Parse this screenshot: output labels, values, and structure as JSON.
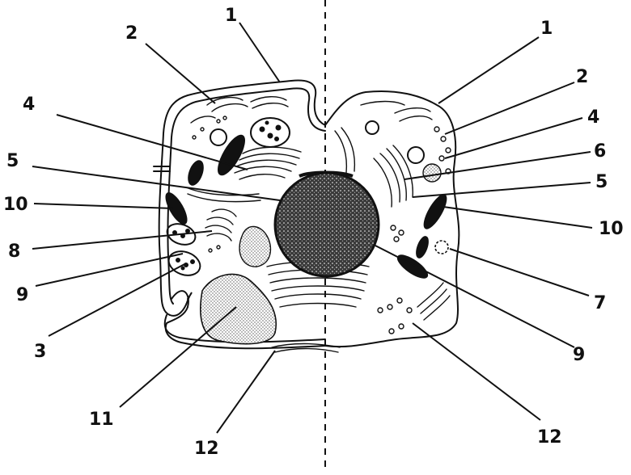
{
  "colors": {
    "ink": "#111111",
    "background": "#ffffff",
    "vacuole": "#d9d9d9",
    "nucleus": "#2b2b2b"
  },
  "labels": {
    "left": [
      "2",
      "1",
      "4",
      "5",
      "10",
      "8",
      "9",
      "3",
      "11",
      "12"
    ],
    "right": [
      "1",
      "2",
      "4",
      "6",
      "5",
      "10",
      "7",
      "9",
      "12"
    ]
  }
}
